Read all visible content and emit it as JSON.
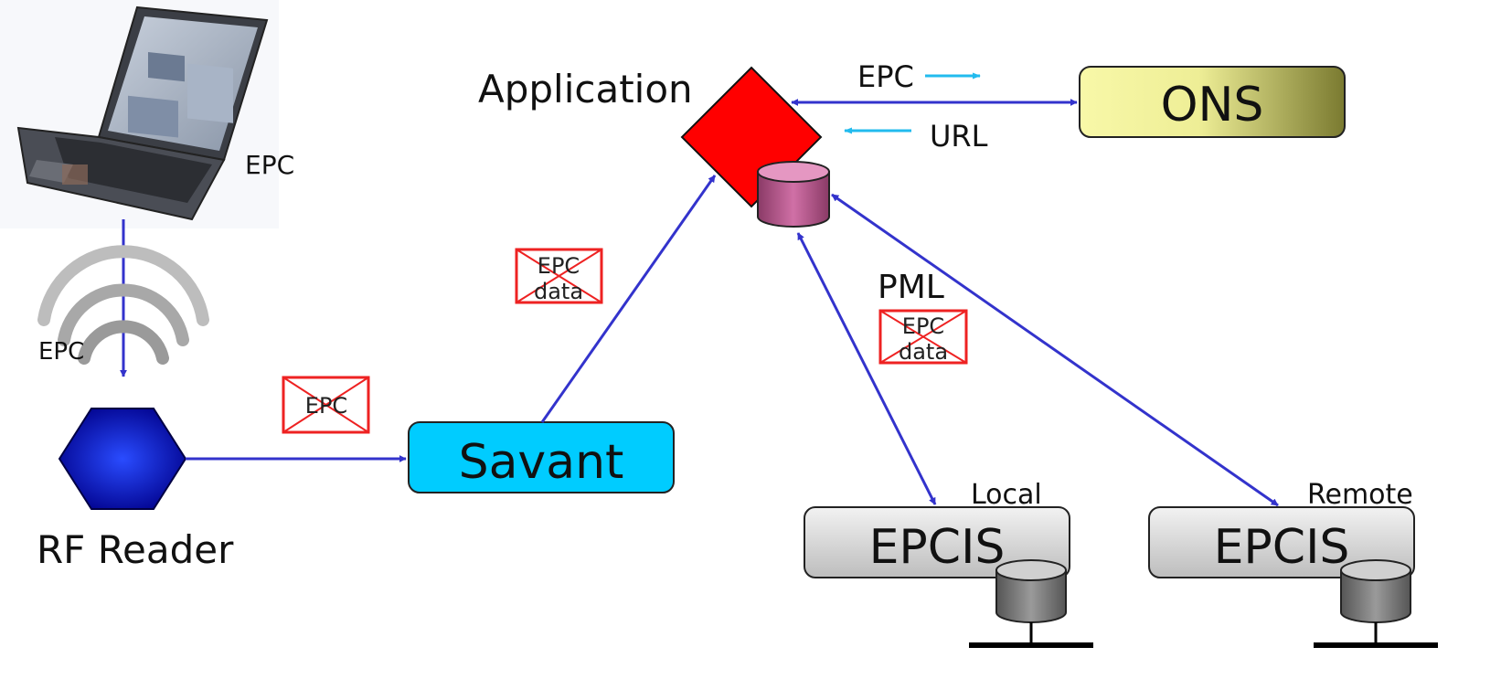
{
  "diagram": {
    "labels": {
      "laptop_epc": "EPC",
      "wave_epc": "EPC",
      "rf_reader": "RF Reader",
      "application": "Application",
      "epc_request": "EPC",
      "url_response": "URL",
      "pml": "PML",
      "local": "Local",
      "remote": "Remote"
    },
    "nodes": {
      "savant": "Savant",
      "ons": "ONS",
      "epcis_local": "EPCIS",
      "epcis_remote": "EPCIS"
    },
    "envelopes": {
      "reader_to_savant": "EPC",
      "savant_to_app": [
        "EPC",
        "data"
      ],
      "pml": [
        "EPC",
        "data"
      ]
    }
  },
  "colors": {
    "arrow": "#3333cc",
    "lookup_arrow": "#22bbee",
    "savant_fill": "#00ccff",
    "ons_fill_light": "#f6f6a0",
    "ons_fill_dark": "#7a7a30",
    "application_diamond": "#ff0000",
    "database_pink": "#cc5f99",
    "reader_hexagon": "#0000aa",
    "envelope_red": "#ee2222",
    "epcis_fill": "#d4d4d4"
  }
}
